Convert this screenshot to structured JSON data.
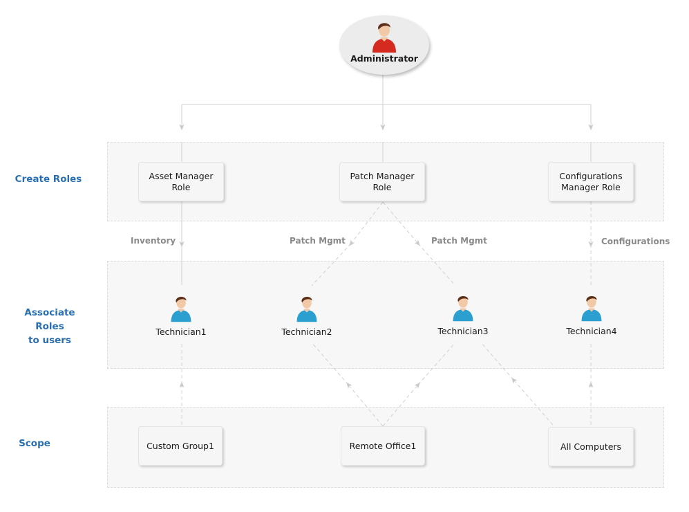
{
  "administrator": {
    "label": "Administrator",
    "icon": "admin-user-icon",
    "color": "#d42a20"
  },
  "sections": {
    "create_roles": "Create Roles",
    "associate_roles": "Associate Roles\nto users",
    "scope": "Scope"
  },
  "roles": [
    {
      "label": "Asset Manager\nRole"
    },
    {
      "label": "Patch Manager\nRole"
    },
    {
      "label": "Configurations\nManager Role"
    }
  ],
  "edge_labels": [
    "Inventory",
    "Patch Mgmt",
    "Patch Mgmt",
    "Configurations"
  ],
  "technicians": [
    {
      "label": "Technician1",
      "icon": "technician-user-icon"
    },
    {
      "label": "Technician2",
      "icon": "technician-user-icon"
    },
    {
      "label": "Technician3",
      "icon": "technician-user-icon"
    },
    {
      "label": "Technician4",
      "icon": "technician-user-icon"
    }
  ],
  "scopes": [
    {
      "label": "Custom Group1"
    },
    {
      "label": "Remote Office1"
    },
    {
      "label": "All Computers"
    }
  ],
  "colors": {
    "accent": "#2a6fb0",
    "technician": "#2a9fd0",
    "band": "#f7f7f7"
  }
}
